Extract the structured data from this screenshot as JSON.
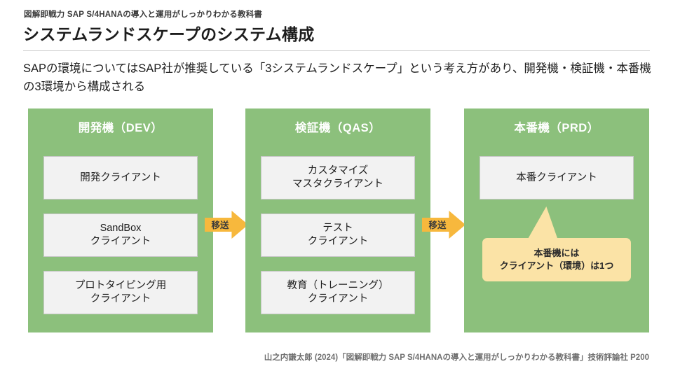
{
  "header": {
    "eyebrow": "図解即戦力 SAP S/4HANAの導入と運用がしっかりわかる教科書",
    "title": "システムランドスケープのシステム構成"
  },
  "lead": "SAPの環境についてはSAP社が推奨している「3システムランドスケープ」という考え方があり、開発機・検証機・本番機の3環境から構成される",
  "diagram": {
    "environments": [
      {
        "title": "開発機（DEV）",
        "clients": [
          "開発クライアント",
          "SandBox\nクライアント",
          "プロトタイピング用\nクライアント"
        ]
      },
      {
        "title": "検証機（QAS）",
        "clients": [
          "カスタマイズ\nマスタクライアント",
          "テスト\nクライアント",
          "教育（トレーニング）\nクライアント"
        ]
      },
      {
        "title": "本番機（PRD）",
        "clients": [
          "本番クライアント"
        ]
      }
    ],
    "arrows": [
      {
        "label": "移送"
      },
      {
        "label": "移送"
      }
    ],
    "callout": "本番機には\nクライアント（環境）は1つ",
    "colors": {
      "env_fill": "#8cc07c",
      "client_fill": "#f2f2f2",
      "arrow_fill": "#f7b83d",
      "callout_fill": "#fbe3a6"
    }
  },
  "source": "山之内謙太郎 (2024)「図解即戦力 SAP S/4HANAの導入と運用がしっかりわかる教科書」技術評論社 P200"
}
